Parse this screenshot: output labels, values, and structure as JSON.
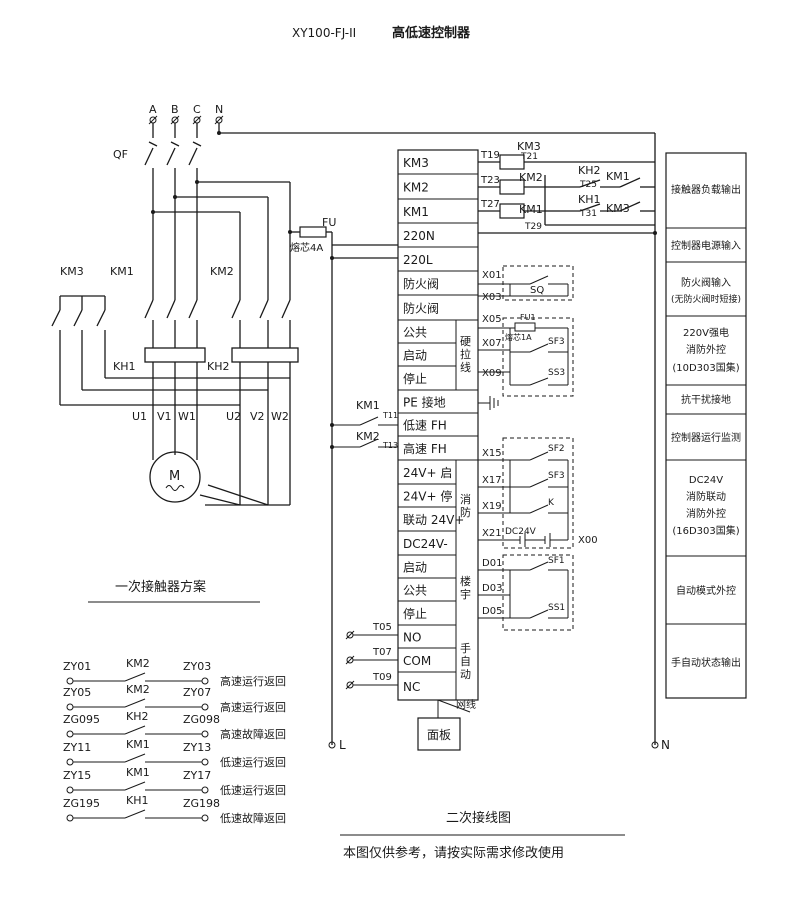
{
  "header": {
    "model": "XY100-FJ-II",
    "name": "高低速控制器"
  },
  "primary": {
    "phases": [
      "A",
      "B",
      "C",
      "N"
    ],
    "breaker": "QF",
    "fuse": "FU",
    "fuse_rating": "熔芯4A",
    "contactors": [
      "KM3",
      "KM1",
      "KM2"
    ],
    "overloads": [
      "KH1",
      "KH2"
    ],
    "windings_low": [
      "U1",
      "V1",
      "W1"
    ],
    "windings_high": [
      "U2",
      "V2",
      "W2"
    ],
    "motor": "M",
    "caption": "一次接触器方案"
  },
  "terminals": {
    "rows": [
      "KM3",
      "KM2",
      "KM1",
      "220N",
      "220L",
      "防火阀",
      "防火阀",
      "公共",
      "启动",
      "停止",
      "PE 接地",
      "低速 FH",
      "高速 FH",
      "24V+ 启",
      "24V+ 停",
      "联动 24V+",
      "DC24V-",
      "启动",
      "公共",
      "停止",
      "NO",
      "COM",
      "NC"
    ],
    "groups": [
      "硬拉线",
      "消防",
      "楼宇",
      "手自动"
    ],
    "panel": "面板",
    "cable": "网线"
  },
  "control": {
    "coil_terms": [
      "T19",
      "T21",
      "T23",
      "T27",
      "T29"
    ],
    "coils": [
      "KM3",
      "KM2",
      "KM1"
    ],
    "interlocks": [
      {
        "kh": "KH2",
        "km": "KM1",
        "term": "T25"
      },
      {
        "kh": "KH1",
        "km": "KM3",
        "term": "T31"
      }
    ],
    "x_terms": [
      "X01",
      "X03",
      "X05",
      "X07",
      "X09",
      "X15",
      "X17",
      "X19",
      "X21",
      "X00"
    ],
    "d_terms": [
      "D01",
      "D03",
      "D05"
    ],
    "sq": "SQ",
    "fu1": "FU1",
    "fu1_rating": "熔芯1A",
    "sf": [
      "SF3",
      "SS3",
      "SF2",
      "SF3",
      "K",
      "SF1",
      "SS1"
    ],
    "dc24v": "DC24V",
    "fh_contacts": [
      {
        "km": "KM1",
        "term": "T11"
      },
      {
        "km": "KM2",
        "term": "T13"
      }
    ],
    "relay_terms": [
      "T05",
      "T07",
      "T09"
    ],
    "rail_l": "L",
    "rail_n": "N"
  },
  "functions": [
    "接触器负载输出",
    "控制器电源输入",
    "防火阀输入",
    "(无防火阀时短接)",
    "220V强电",
    "消防外控",
    "(10D303国集)",
    "抗干扰接地",
    "控制器运行监测",
    "DC24V",
    "消防联动",
    "消防外控",
    "(16D303国集)",
    "自动模式外控",
    "手自动状态输出"
  ],
  "feedback": [
    {
      "left": "ZY01",
      "dev": "KM2",
      "right": "ZY03",
      "desc": "高速运行返回"
    },
    {
      "left": "ZY05",
      "dev": "KM2",
      "right": "ZY07",
      "desc": "高速运行返回"
    },
    {
      "left": "ZG095",
      "dev": "KH2",
      "right": "ZG098",
      "desc": "高速故障返回"
    },
    {
      "left": "ZY11",
      "dev": "KM1",
      "right": "ZY13",
      "desc": "低速运行返回"
    },
    {
      "left": "ZY15",
      "dev": "KM1",
      "right": "ZY17",
      "desc": "低速运行返回"
    },
    {
      "left": "ZG195",
      "dev": "KH1",
      "right": "ZG198",
      "desc": "低速故障返回"
    }
  ],
  "footer": {
    "secondary_caption": "二次接线图",
    "note": "本图仅供参考，请按实际需求修改使用"
  }
}
